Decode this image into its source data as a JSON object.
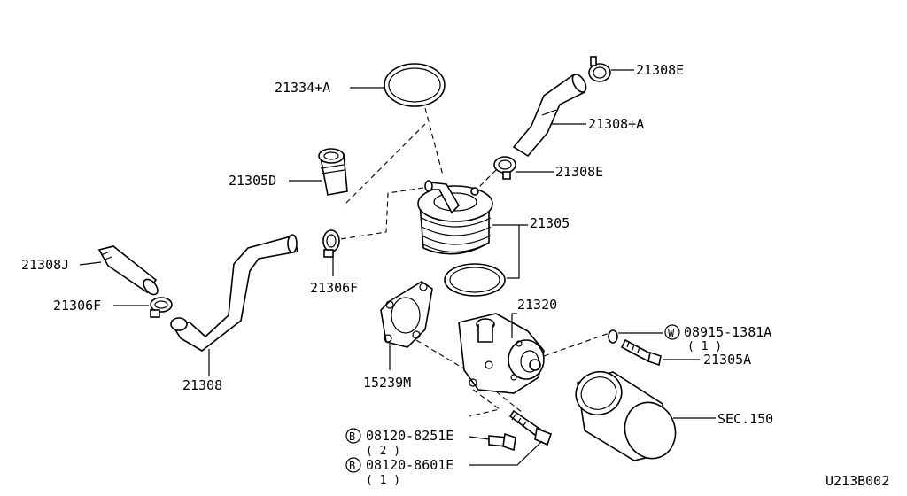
{
  "parts": {
    "p21334A": "21334+A",
    "p21308E_top": "21308E",
    "p21308A": "21308+A",
    "p21308E_mid": "21308E",
    "p21305D": "21305D",
    "p21305": "21305",
    "p21308J": "21308J",
    "p21306F_right": "21306F",
    "p21306F_left": "21306F",
    "p21320": "21320",
    "p08915": "08915-1381A",
    "p08915_qty": "( 1 )",
    "p21305A": "21305A",
    "p15239M": "15239M",
    "p21308": "21308",
    "pSEC150": "SEC.150",
    "p08120_8251": "08120-8251E",
    "p08120_8251_qty": "( 2 )",
    "p08120_8601": "08120-8601E",
    "p08120_8601_qty": "( 1 )",
    "diagram_code": "U213B002"
  },
  "badges": {
    "washer": "W",
    "bolt1": "B",
    "bolt2": "B"
  }
}
